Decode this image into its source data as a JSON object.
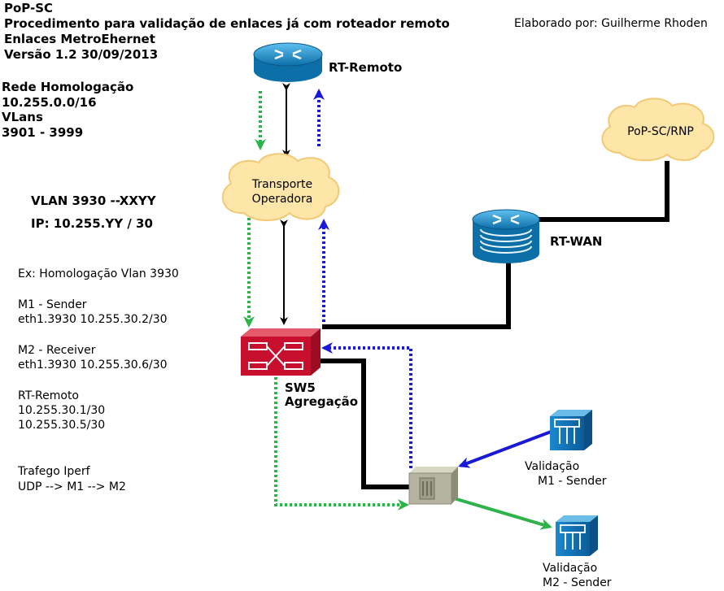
{
  "header": {
    "title_lines": [
      "PoP-SC",
      "Procedimento para validação de enlaces já com roteador remoto",
      "Enlaces MetroEhernet",
      "Versão 1.2 30/09/2013"
    ],
    "author": "Elaborado por: Guilherme Rhoden"
  },
  "network": {
    "lines": [
      "Rede Homologação",
      "10.255.0.0/16",
      "VLans",
      "3901 - 3999"
    ]
  },
  "vlan": {
    "vlan_line": "VLAN 3930 --XXYY",
    "ip_line": "IP: 10.255.YY / 30"
  },
  "example": {
    "lines": [
      "Ex: Homologação Vlan 3930",
      "M1 - Sender",
      "eth1.3930 10.255.30.2/30",
      "M2 - Receiver",
      "eth1.3930 10.255.30.6/30",
      "RT-Remoto",
      "10.255.30.1/30",
      "10.255.30.5/30",
      "Trafego Iperf",
      "UDP --> M1 --> M2"
    ]
  },
  "nodes": {
    "rt_remoto": "RT-Remoto",
    "transporte": [
      "Transporte",
      "Operadora"
    ],
    "pop_rnp": "PoP-SC/RNP",
    "rt_wan": "RT-WAN",
    "sw5": [
      "SW5",
      "Agregação"
    ],
    "validacao_m1": [
      "Validação",
      "M1 - Sender"
    ],
    "validacao_m2": [
      "Validação",
      "M2 - Sender"
    ]
  },
  "colors": {
    "router_blue": "#1f8fc9",
    "switch_red": "#c8102e",
    "cloud_fill": "#fde6a8",
    "green_flow": "#2db34a",
    "blue_flow": "#1a1ad6",
    "host_blue": "#1b88d0"
  }
}
